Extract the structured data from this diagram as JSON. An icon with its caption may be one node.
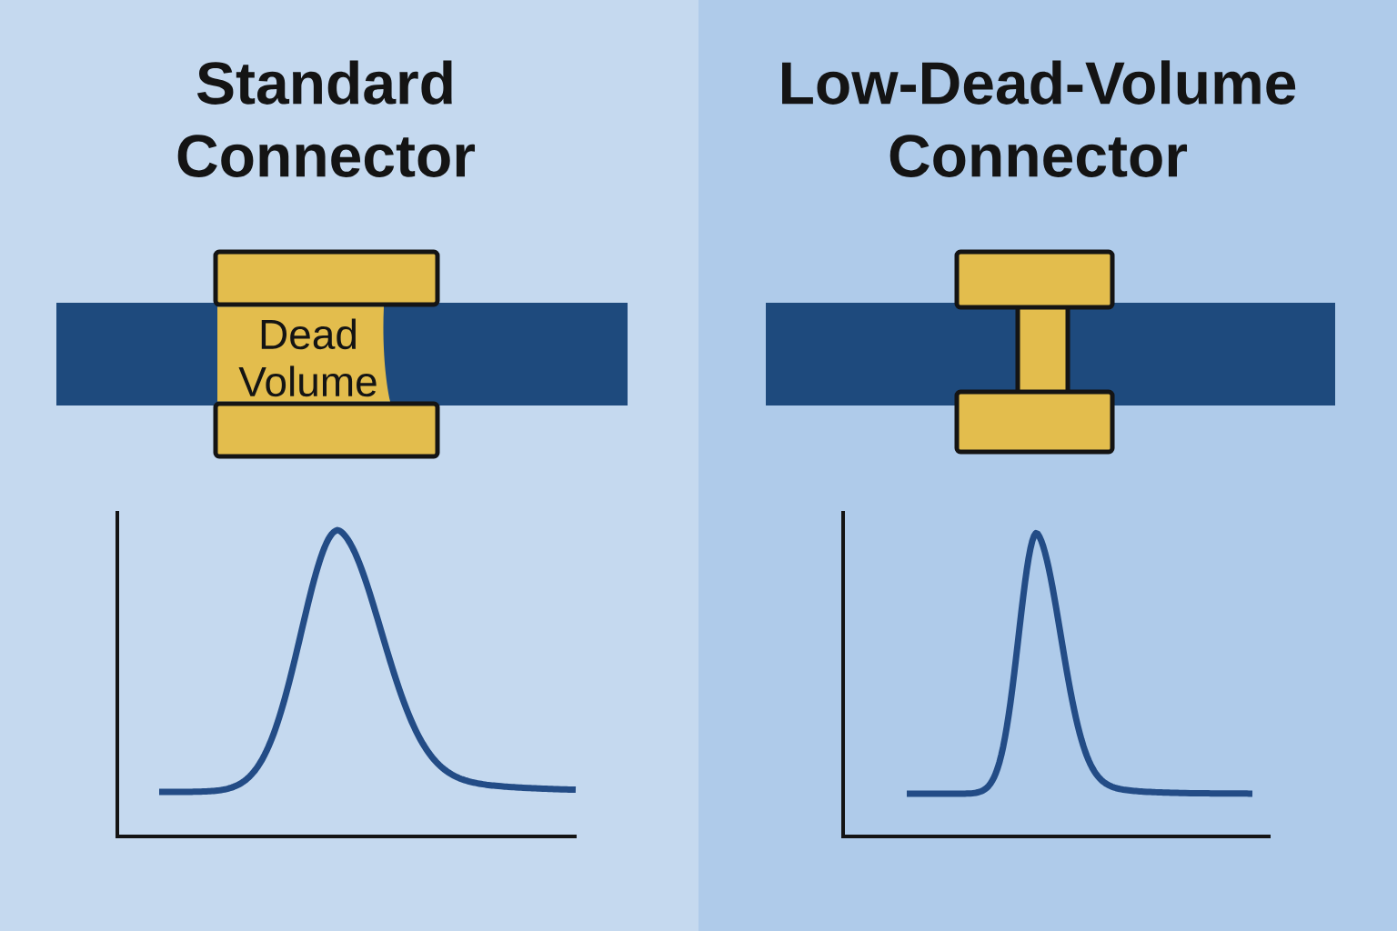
{
  "diagram": {
    "nodes": [
      {
        "text": [
          "Dead Volume"
        ]
      }
    ],
    "labels": [
      "Standard Connector",
      "Low-Dead-Volume Connector"
    ]
  }
}
